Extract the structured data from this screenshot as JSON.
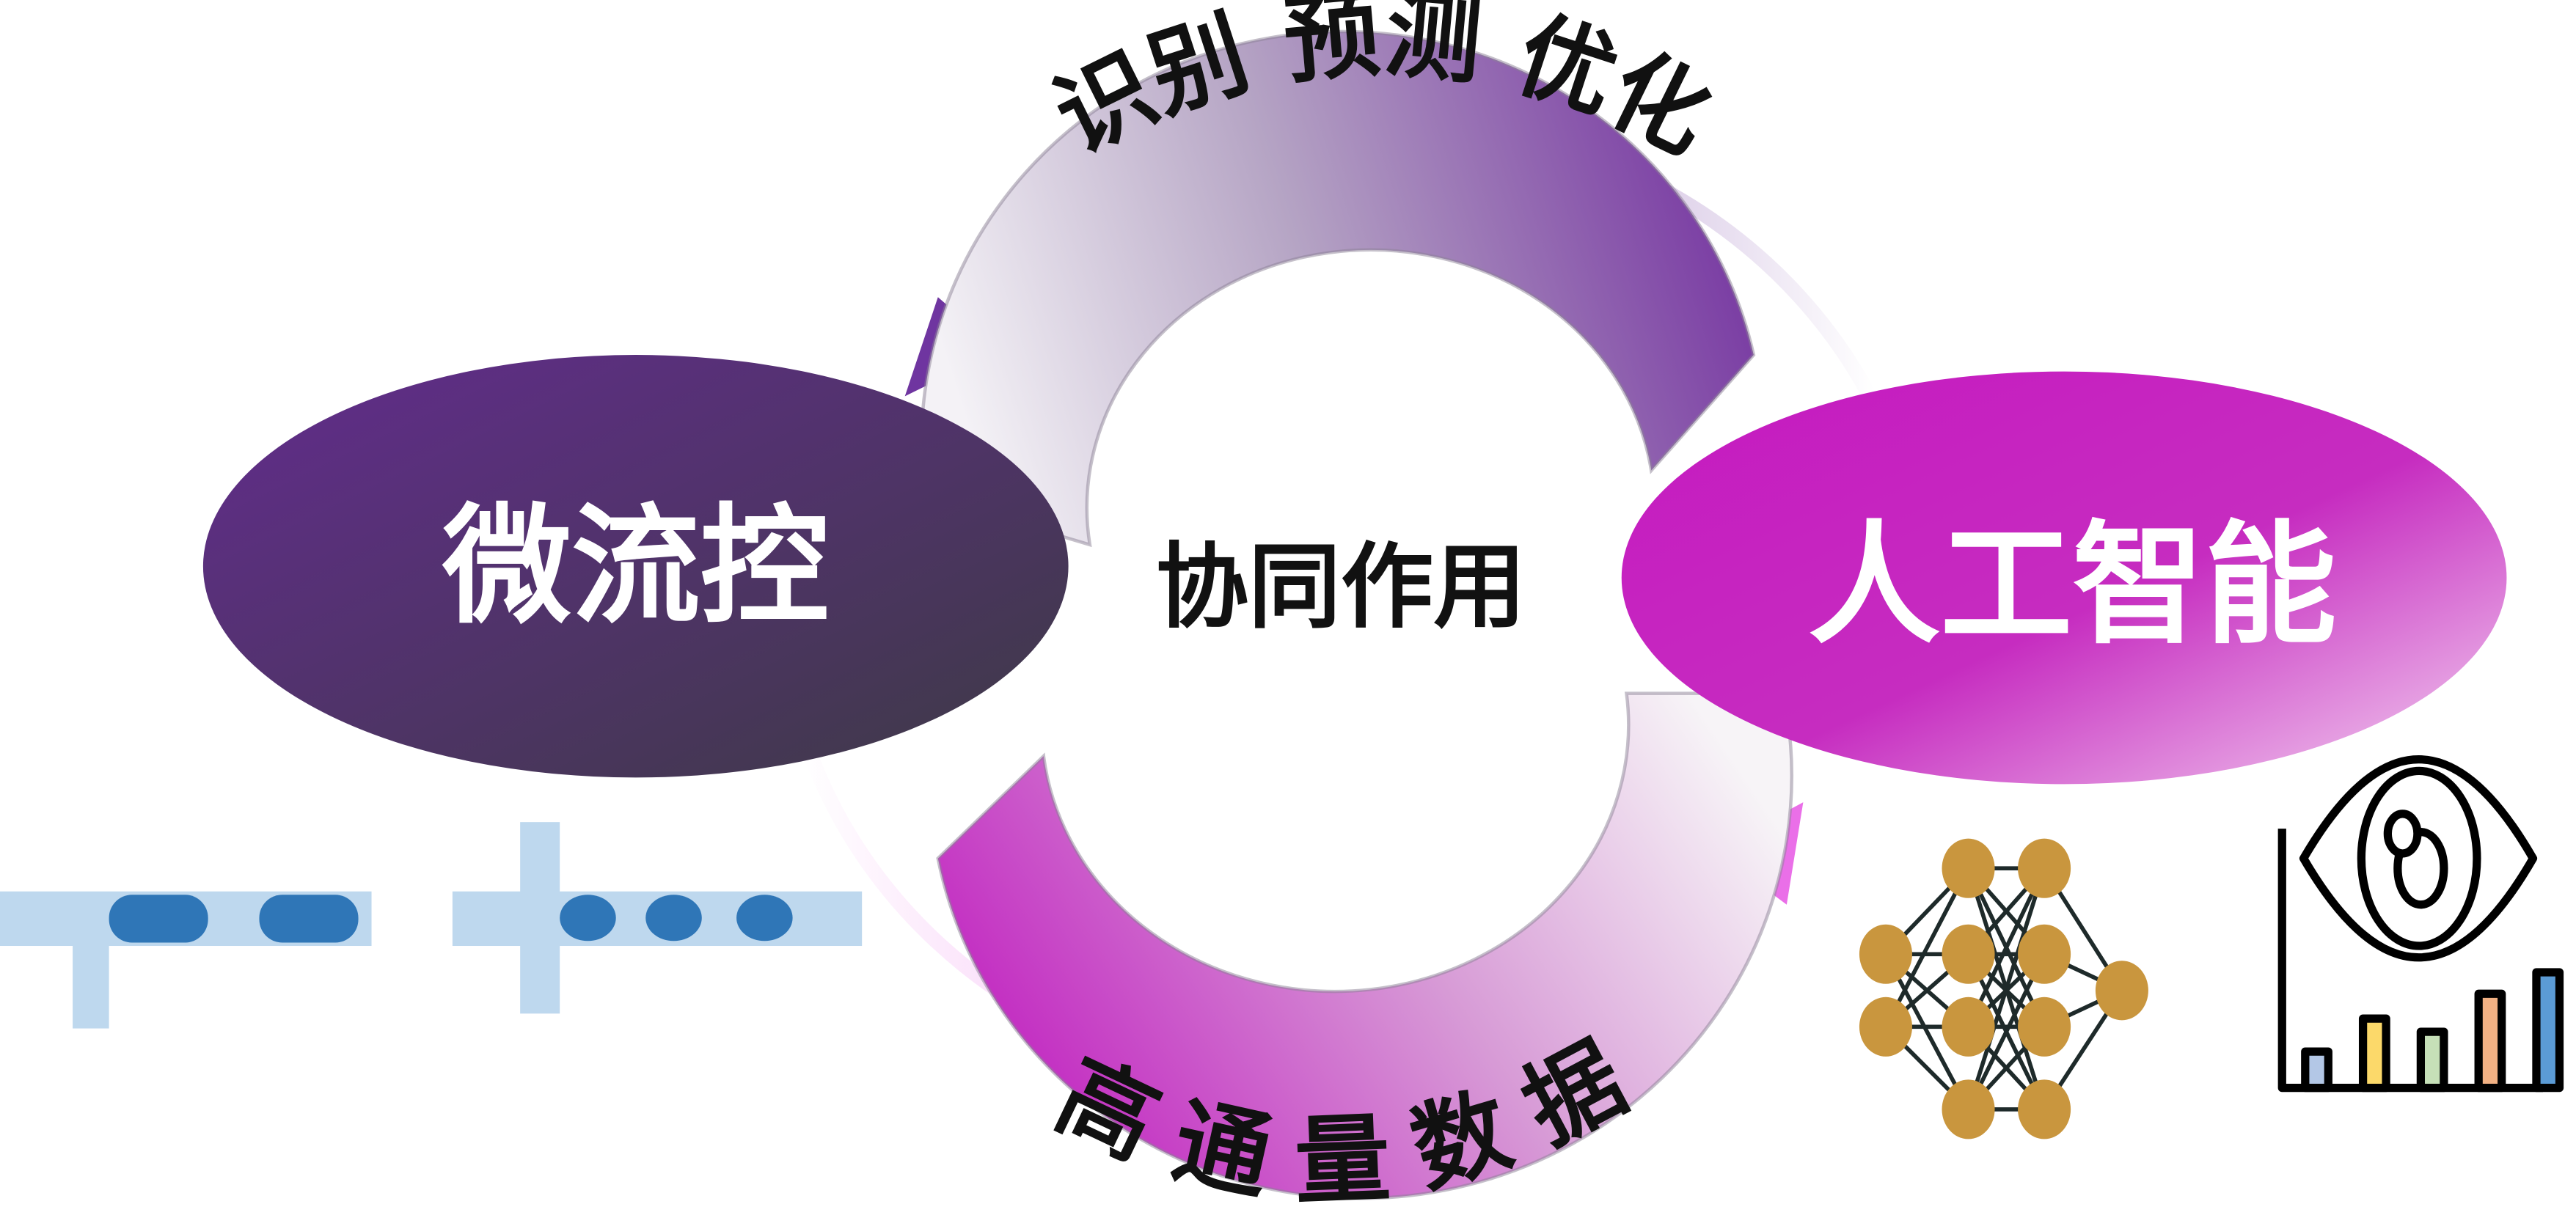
{
  "nodes": {
    "left": "微流控",
    "right": "人工智能",
    "center": "协同作用"
  },
  "arrows": {
    "top_label": "识别  预测  优化",
    "bottom_label": "高 通 量 数 据"
  },
  "icons": {
    "microfluidics": "microfluidic-channel-icon",
    "neural_network": "neural-network-icon",
    "analytics": "eye-bar-chart-icon"
  },
  "colors": {
    "left_node": "#5e2d86",
    "right_node": "#c519c0",
    "channel": "#bed8ee",
    "droplet": "#2f76b7",
    "neuron": "#c9963e"
  }
}
